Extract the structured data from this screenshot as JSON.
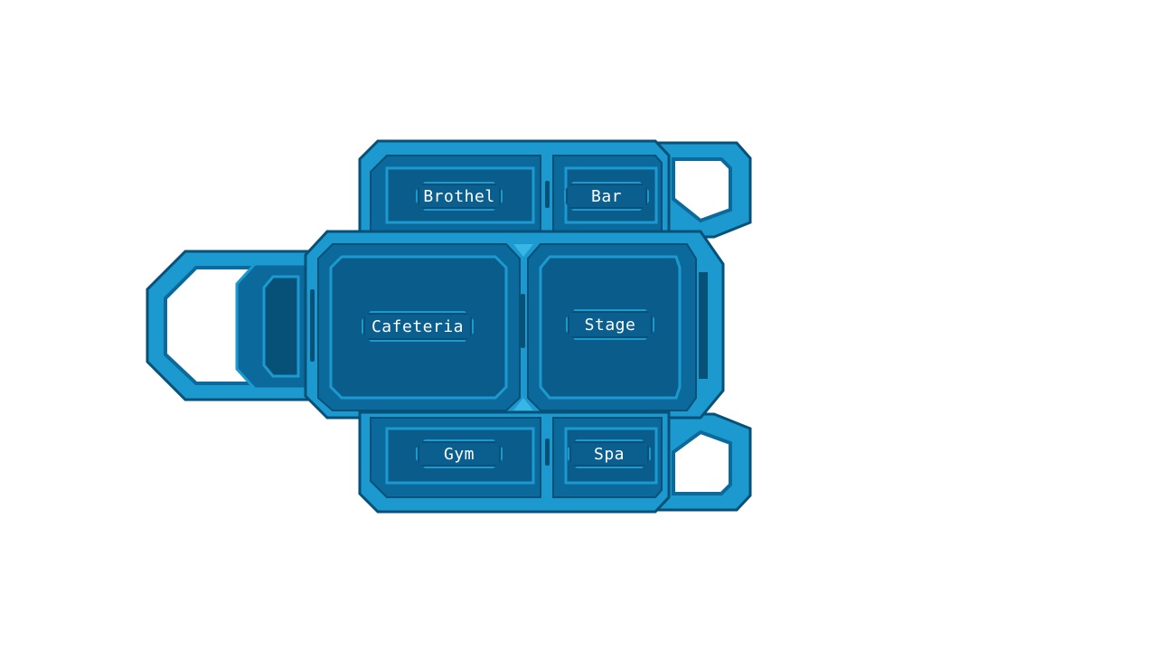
{
  "colors": {
    "background": "#ffffff",
    "hull_dark": "#075077",
    "hull_mid": "#0b6a9b",
    "hull_light": "#1c9ad0",
    "room_fill": "#0a5c8a",
    "label_text": "#ffffff"
  },
  "rooms": {
    "brothel": {
      "label": "Brothel"
    },
    "bar": {
      "label": "Bar"
    },
    "cafeteria": {
      "label": "Cafeteria"
    },
    "stage": {
      "label": "Stage"
    },
    "gym": {
      "label": "Gym"
    },
    "spa": {
      "label": "Spa"
    }
  }
}
